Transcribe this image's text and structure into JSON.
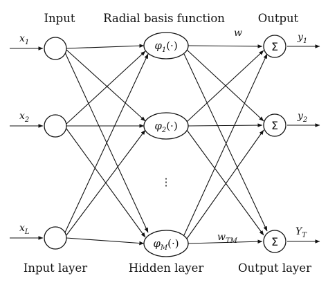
{
  "headers": {
    "input": "Input",
    "rbf": "Radial basis function",
    "output": "Output"
  },
  "footers": {
    "input_layer": "Input layer",
    "hidden_layer": "Hidden layer",
    "output_layer": "Output layer"
  },
  "inputs": [
    {
      "var": "x",
      "sub": "1"
    },
    {
      "var": "x",
      "sub": "2"
    },
    {
      "var": "x",
      "sub": "L"
    }
  ],
  "hidden": [
    {
      "phi": "φ",
      "sub": "1",
      "arg": "(·)"
    },
    {
      "phi": "φ",
      "sub": "2",
      "arg": "(·)"
    },
    {
      "phi": "φ",
      "sub": "M",
      "arg": "(·)"
    }
  ],
  "hidden_gap": "⋮",
  "outputs": [
    {
      "var": "y",
      "sub": "1",
      "sum": "Σ"
    },
    {
      "var": "y",
      "sub": "2",
      "sum": "Σ"
    },
    {
      "var": "Y",
      "sub": "T",
      "sum": "Σ"
    }
  ],
  "weights": {
    "top": "w",
    "bottom_var": "w",
    "bottom_sub": "TM"
  }
}
